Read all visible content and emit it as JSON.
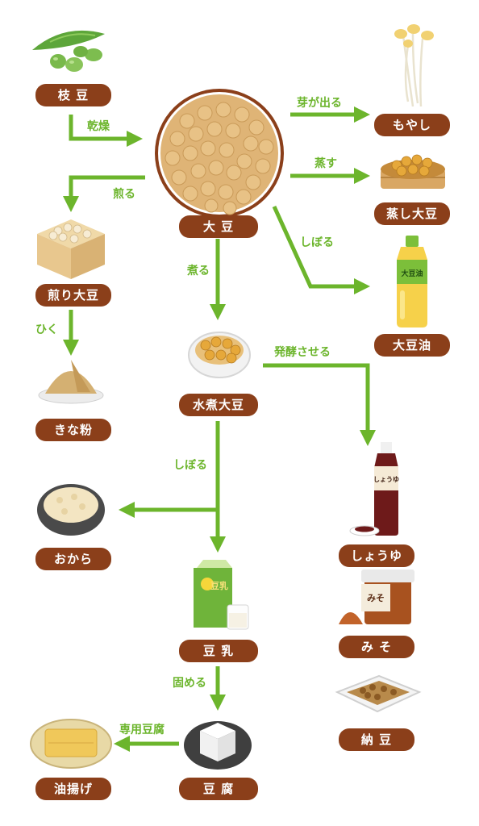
{
  "colors": {
    "label_bg": "#8b3f1a",
    "label_text": "#ffffff",
    "arrow": "#6cb52c",
    "edge_text": "#6cb52c"
  },
  "nodes": {
    "edamame": "枝 豆",
    "daizu": "大 豆",
    "moyashi": "もやし",
    "mushi_daizu": "蒸し大豆",
    "irimame": "煎り大豆",
    "kinako": "きな粉",
    "daizu_yu": "大豆油",
    "mizuni_daizu": "水煮大豆",
    "okara": "おから",
    "shoyu": "しょうゆ",
    "miso": "み そ",
    "natto": "納 豆",
    "tonyu": "豆 乳",
    "tofu": "豆 腐",
    "aburaage": "油揚げ"
  },
  "edges": {
    "kansou": "乾燥",
    "iru": "煎る",
    "me_ga_deru": "芽が出る",
    "musu": "蒸す",
    "shiboru_1": "しぼる",
    "niru": "煮る",
    "hiku": "ひく",
    "hakkou": "発酵させる",
    "shiboru_2": "しぼる",
    "katameru": "固める",
    "senyo_tofu": "専用豆腐"
  },
  "illustration_text": {
    "oil_bottle": "大豆油",
    "soy_sauce_bottle": "しょうゆ",
    "miso_tub": "みそ",
    "soymilk_pack": "豆乳"
  }
}
